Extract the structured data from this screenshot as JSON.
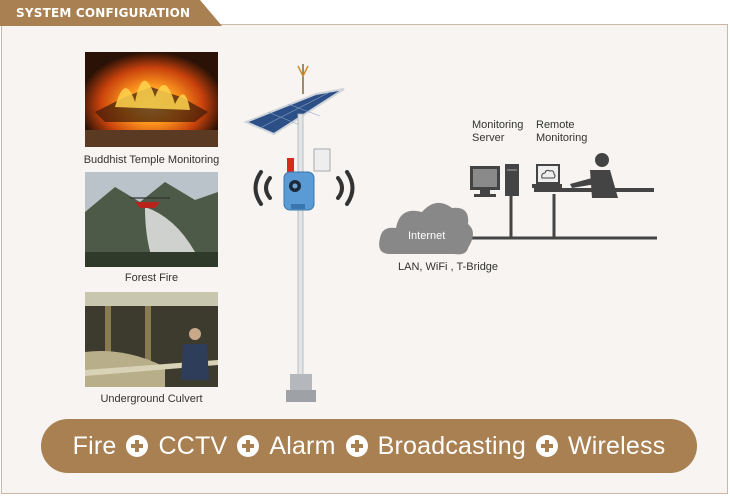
{
  "header": {
    "title": "SYSTEM CONFIGURATION"
  },
  "photos": [
    {
      "caption": "Buddhist Temple Monitoring"
    },
    {
      "caption": "Forest Fire"
    },
    {
      "caption": "Underground Culvert"
    }
  ],
  "network": {
    "monitoring_server": [
      "Monitoring",
      "Server"
    ],
    "remote_monitoring": [
      "Remote",
      "Monitoring"
    ],
    "internet": "Internet",
    "link_types": "LAN,  WiFi , T-Bridge"
  },
  "features": [
    "Fire",
    "CCTV",
    "Alarm",
    "Broadcasting",
    "Wireless"
  ],
  "colors": {
    "accent": "#a98051",
    "frame_border": "#c9b9a6",
    "background": "#f7f4f1"
  }
}
